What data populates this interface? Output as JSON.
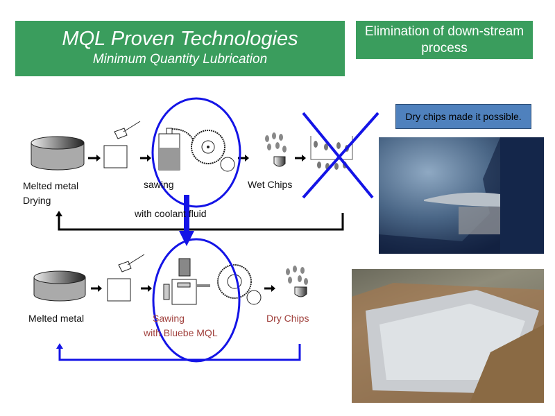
{
  "title": {
    "main": "MQL  Proven Technologies",
    "subtitle": "Minimum Quantity Lubrication"
  },
  "side_title": "Elimination of down-stream process",
  "callout": "Dry chips made it possible.",
  "conventional_process": {
    "labels": {
      "melted_metal": "Melted metal",
      "drying": "Drying",
      "sawing": "sawing",
      "coolant": "with coolant fluid",
      "chips": "Wet Chips"
    }
  },
  "mql_process": {
    "labels": {
      "melted_metal": "Melted metal",
      "sawing": "Sawing",
      "sawing_with": "with Bluebe MQL",
      "chips": "Dry Chips"
    }
  },
  "colors": {
    "green": "#3a9d5d",
    "blue": "#1414e6",
    "callout": "#4f81bd",
    "red_text": "#a0403c"
  }
}
